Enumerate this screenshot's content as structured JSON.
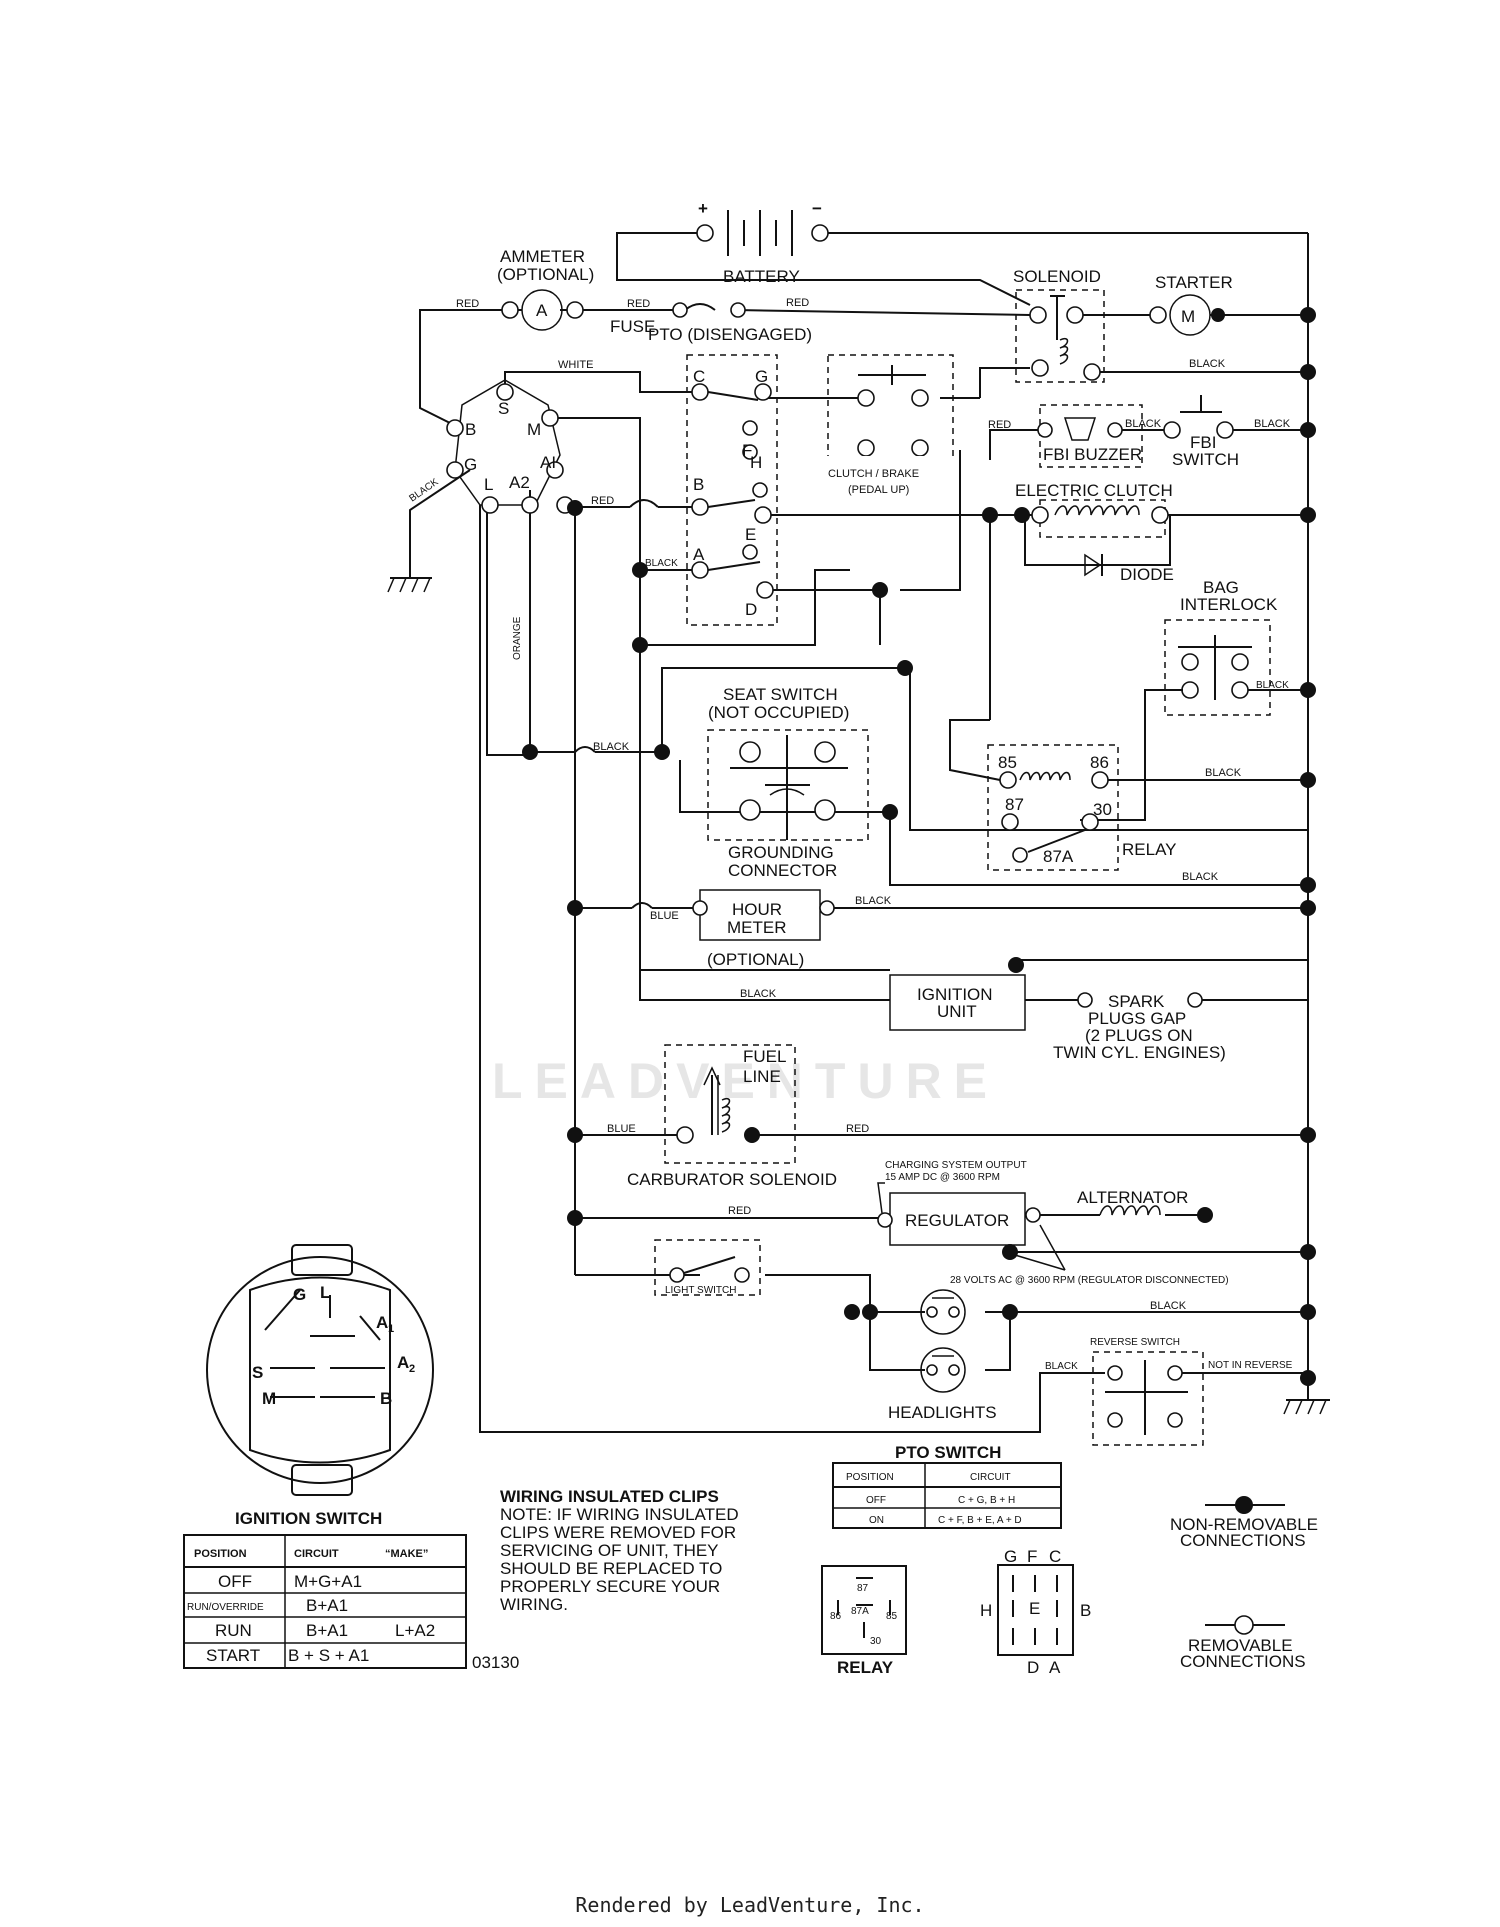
{
  "labels": {
    "battery": "BATTERY",
    "plus": "+",
    "minus": "−",
    "ammeter": "AMMETER",
    "ammeter_optional": "(OPTIONAL)",
    "ammeter_symbol": "A",
    "fuse": "FUSE",
    "pto_disengaged": "PTO (DISENGAGED)",
    "solenoid": "SOLENOID",
    "starter": "STARTER",
    "starter_symbol": "M",
    "clutch_brake_1": "CLUTCH / BRAKE",
    "clutch_brake_2": "(PEDAL UP)",
    "fbi_buzzer": "FBI BUZZER",
    "fbi_switch_1": "FBI",
    "fbi_switch_2": "SWITCH",
    "electric_clutch": "ELECTRIC CLUTCH",
    "diode": "DIODE",
    "bag_interlock_1": "BAG",
    "bag_interlock_2": "INTERLOCK",
    "seat_switch_1": "SEAT SWITCH",
    "seat_switch_2": "(NOT OCCUPIED)",
    "grounding_1": "GROUNDING",
    "grounding_2": "CONNECTOR",
    "relay": "RELAY",
    "hour_meter_1": "HOUR",
    "hour_meter_2": "METER",
    "hour_meter_opt": "(OPTIONAL)",
    "ignition_unit_1": "IGNITION",
    "ignition_unit_2": "UNIT",
    "spark_1": "SPARK",
    "spark_2": "PLUGS GAP",
    "spark_3": "(2 PLUGS ON",
    "spark_4": "TWIN CYL. ENGINES)",
    "fuel_line_1": "FUEL",
    "fuel_line_2": "LINE",
    "carb_solenoid": "CARBURATOR SOLENOID",
    "charging_1": "CHARGING SYSTEM OUTPUT",
    "charging_2": "15 AMP DC @ 3600 RPM",
    "regulator": "REGULATOR",
    "alternator": "ALTERNATOR",
    "volts_ac": "28 VOLTS AC @ 3600 RPM (REGULATOR DISCONNECTED)",
    "light_switch": "LIGHT SWITCH",
    "headlights": "HEADLIGHTS",
    "reverse_switch": "REVERSE SWITCH",
    "not_in_reverse": "NOT IN REVERSE",
    "ignition_switch": "IGNITION SWITCH",
    "pto_switch": "PTO SWITCH",
    "clips_title": "WIRING INSULATED CLIPS",
    "clips_note_1": "NOTE: IF WIRING INSULATED",
    "clips_note_2": "CLIPS WERE REMOVED FOR",
    "clips_note_3": "SERVICING OF UNIT, THEY",
    "clips_note_4": "SHOULD BE REPLACED TO",
    "clips_note_5": "PROPERLY SECURE YOUR",
    "clips_note_6": "WIRING.",
    "nonremovable_1": "NON-REMOVABLE",
    "nonremovable_2": "CONNECTIONS",
    "removable_1": "REMOVABLE",
    "removable_2": "CONNECTIONS",
    "relay_bottom": "RELAY",
    "part_number": "03130",
    "watermark": "LEADVENTURE"
  },
  "wire_colors": {
    "red": "RED",
    "white": "WHITE",
    "black": "BLACK",
    "blue": "BLUE",
    "orange": "ORANGE"
  },
  "ign_terminals": {
    "s": "S",
    "m": "M",
    "b": "B",
    "g": "G",
    "a1": "AI",
    "a2": "A2",
    "l": "L"
  },
  "pto_terminals": {
    "c": "C",
    "g": "G",
    "f": "F",
    "h": "H",
    "b": "B",
    "e": "E",
    "a": "A",
    "d": "D"
  },
  "relay_terminals": {
    "t85": "85",
    "t86": "86",
    "t87": "87",
    "t30": "30",
    "t87a": "87A"
  },
  "plug_ign": {
    "g": "G",
    "l": "L",
    "a1": "A",
    "a1_sub": "1",
    "s": "S",
    "a2": "A",
    "a2_sub": "2",
    "m": "M",
    "b": "B"
  },
  "plug_pto": {
    "g": "G",
    "f": "F",
    "c": "C",
    "h": "H",
    "e": "E",
    "b": "B",
    "d": "D",
    "a": "A"
  },
  "plug_relay": {
    "t87": "87",
    "t86": "86",
    "t87a": "87A",
    "t85": "85",
    "t30": "30"
  },
  "ignition_table": {
    "headers": [
      "POSITION",
      "CIRCUIT",
      "“MAKE”"
    ],
    "rows": [
      [
        "OFF",
        "M+G+A1",
        ""
      ],
      [
        "RUN/OVERRIDE",
        "B+A1",
        ""
      ],
      [
        "RUN",
        "B+A1",
        "L+A2"
      ],
      [
        "START",
        "B + S + A1",
        ""
      ]
    ]
  },
  "pto_table": {
    "headers": [
      "POSITION",
      "CIRCUIT"
    ],
    "rows": [
      [
        "OFF",
        "C + G, B + H"
      ],
      [
        "ON",
        "C + F, B + E, A + D"
      ]
    ]
  },
  "footer": "Rendered by LeadVenture, Inc."
}
